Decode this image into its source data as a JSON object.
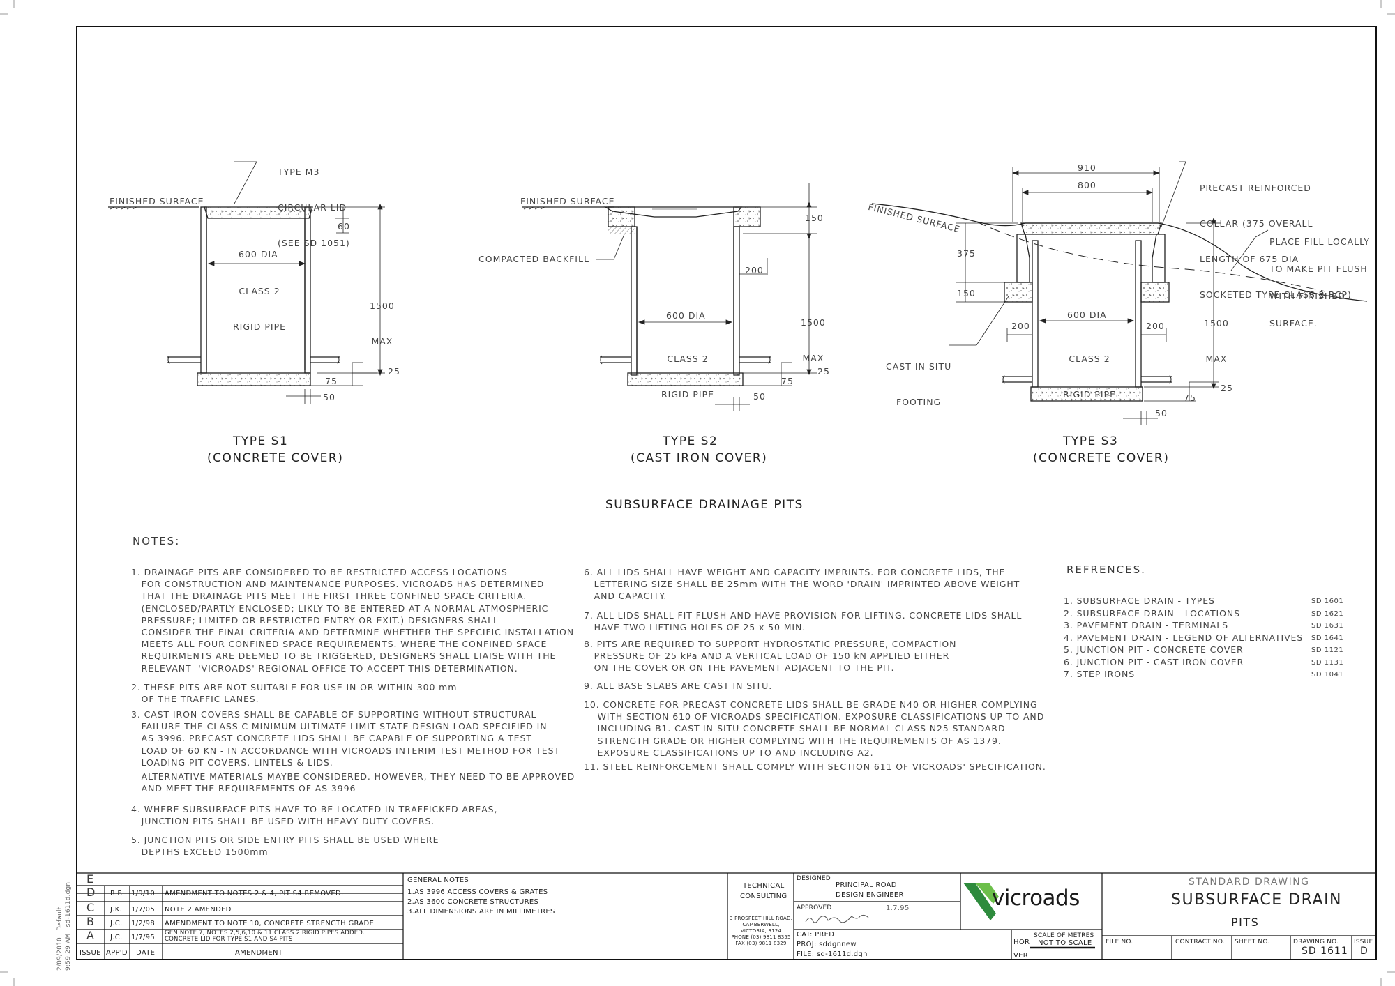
{
  "drawings": [
    {
      "type_label": "TYPE S1",
      "cover": "(CONCRETE COVER)",
      "lid_note": [
        "TYPE M3",
        "CIRCULAR LID",
        "(SEE SD 1051)"
      ],
      "surface": "FINISHED SURFACE",
      "pipe_dia": "600 DIA",
      "pipe_class": [
        "CLASS 2",
        "RIGID PIPE"
      ],
      "dims": {
        "lid": "60",
        "depth": [
          "1500",
          "MAX"
        ],
        "d25": "25",
        "d75": "75",
        "d50": "50"
      }
    },
    {
      "type_label": "TYPE S2",
      "cover": "(CAST IRON COVER)",
      "surface": "FINISHED SURFACE",
      "backfill": "COMPACTED BACKFILL",
      "pipe_dia": "600 DIA",
      "pipe_class": [
        "CLASS 2",
        "RIGID PIPE"
      ],
      "dims": {
        "d150": "150",
        "d200": "200",
        "depth": [
          "1500",
          "MAX"
        ],
        "d25": "25",
        "d75": "75",
        "d50": "50"
      }
    },
    {
      "type_label": "TYPE S3",
      "cover": "(CONCRETE COVER)",
      "surface": "FINISHED SURFACE",
      "collar": [
        "PRECAST REINFORCED",
        "COLLAR (375 OVERALL",
        "LENGTH OF 675 DIA",
        "SOCKETED TYPE CLASS 2 RCP)"
      ],
      "fill": [
        "PLACE FILL LOCALLY",
        "TO MAKE PIT FLUSH",
        "WITH FINISHED",
        "SURFACE."
      ],
      "footing": [
        "CAST IN SITU",
        "FOOTING"
      ],
      "pipe_dia": "600 DIA",
      "pipe_class": [
        "CLASS 2",
        "RIGID PIPE"
      ],
      "dims": {
        "d910": "910",
        "d800": "800",
        "d375": "375",
        "d150": "150",
        "d200a": "200",
        "d200b": "200",
        "depth": [
          "1500",
          "MAX"
        ],
        "d25": "25",
        "d75": "75",
        "d50": "50"
      }
    }
  ],
  "main_title": "SUBSURFACE DRAINAGE PITS",
  "notes_title": "NOTES:",
  "notes_left": [
    "1. DRAINAGE PITS ARE CONSIDERED TO BE RESTRICTED ACCESS LOCATIONS\n   FOR CONSTRUCTION AND MAINTENANCE PURPOSES. VICROADS HAS DETERMINED\n   THAT THE DRAINAGE PITS MEET THE FIRST THREE CONFINED SPACE CRITERIA.\n   (ENCLOSED/PARTLY ENCLOSED; LIKLY TO BE ENTERED AT A NORMAL ATMOSPHERIC\n   PRESSURE; LIMITED OR RESTRICTED ENTRY OR EXIT.) DESIGNERS SHALL\n   CONSIDER THE FINAL CRITERIA AND DETERMINE WHETHER THE SPECIFIC INSTALLATION\n   MEETS ALL FOUR CONFINED SPACE REQUIREMENTS. WHERE THE CONFINED SPACE\n   REQUIRMENTS ARE DEEMED TO BE TRIGGERED, DESIGNERS SHALL LIAISE WITH THE\n   RELEVANT  'VICROADS' REGIONAL OFFICE TO ACCEPT THIS DETERMINATION.",
    "2. THESE PITS ARE NOT SUITABLE FOR USE IN OR WITHIN 300 mm\n   OF THE TRAFFIC LANES.",
    "3. CAST IRON COVERS SHALL BE CAPABLE OF SUPPORTING WITHOUT STRUCTURAL\n   FAILURE THE CLASS C MINIMUM ULTIMATE LIMIT STATE DESIGN LOAD SPECIFIED IN\n   AS 3996. PRECAST CONCRETE LIDS SHALL BE CAPABLE OF SUPPORTING A TEST\n   LOAD OF 60 KN - IN ACCORDANCE WITH VICROADS INTERIM TEST METHOD FOR TEST\n   LOADING PIT COVERS, LINTELS & LIDS.",
    "   ALTERNATIVE MATERIALS MAYBE CONSIDERED. HOWEVER, THEY NEED TO BE APPROVED\n   AND MEET THE REQUIREMENTS OF AS 3996",
    "4. WHERE SUBSURFACE PITS HAVE TO BE LOCATED IN TRAFFICKED AREAS,\n   JUNCTION PITS SHALL BE USED WITH HEAVY DUTY COVERS.",
    "5. JUNCTION PITS OR SIDE ENTRY PITS SHALL BE USED WHERE\n   DEPTHS EXCEED 1500mm"
  ],
  "notes_mid": [
    "6. ALL LIDS SHALL HAVE WEIGHT AND CAPACITY IMPRINTS. FOR CONCRETE LIDS, THE\n   LETTERING SIZE SHALL BE 25mm WITH THE WORD 'DRAIN' IMPRINTED ABOVE WEIGHT\n   AND CAPACITY.",
    "7. ALL LIDS SHALL FIT FLUSH AND HAVE PROVISION FOR LIFTING. CONCRETE LIDS SHALL\n   HAVE TWO LIFTING HOLES OF 25 x 50 MIN.",
    "8. PITS ARE REQUIRED TO SUPPORT HYDROSTATIC PRESSURE, COMPACTION\n   PRESSURE OF 25 kPa AND A VERTICAL LOAD OF 150 kN APPLIED EITHER\n   ON THE COVER OR ON THE PAVEMENT ADJACENT TO THE PIT.",
    "9. ALL BASE SLABS ARE CAST IN SITU.",
    "10. CONCRETE FOR PRECAST CONCRETE LIDS SHALL BE GRADE N40 OR HIGHER COMPLYING\n    WITH SECTION 610 OF VICROADS SPECIFICATION. EXPOSURE CLASSIFICATIONS UP TO AND\n    INCLUDING B1. CAST-IN-SITU CONCRETE SHALL BE NORMAL-CLASS N25 STANDARD\n    STRENGTH GRADE OR HIGHER COMPLYING WITH THE REQUIREMENTS OF AS 1379.\n    EXPOSURE CLASSIFICATIONS UP TO AND INCLUDING A2.",
    "11. STEEL REINFORCEMENT SHALL COMPLY WITH SECTION 611 OF VICROADS' SPECIFICATION."
  ],
  "refs_title": "REFRENCES.",
  "refs": [
    {
      "label": "1. SUBSURFACE DRAIN - TYPES",
      "code": "SD 1601"
    },
    {
      "label": "2. SUBSURFACE DRAIN - LOCATIONS",
      "code": "SD 1621"
    },
    {
      "label": "3. PAVEMENT DRAIN - TERMINALS",
      "code": "SD 1631"
    },
    {
      "label": "4. PAVEMENT DRAIN - LEGEND OF ALTERNATIVES",
      "code": "SD 1641"
    },
    {
      "label": "5. JUNCTION PIT - CONCRETE COVER",
      "code": "SD 1121"
    },
    {
      "label": "6. JUNCTION PIT - CAST IRON COVER",
      "code": "SD 1131"
    },
    {
      "label": "7. STEP IRONS",
      "code": "SD 1041"
    }
  ],
  "side_stamp": [
    "2/09/2010   Default",
    "9:59:29 AM   sd-1611d.dgn"
  ],
  "titleblock": {
    "issues": [
      {
        "issue": "E",
        "appd": "",
        "date": "",
        "amend": ""
      },
      {
        "issue": "D",
        "appd": "R.F.",
        "date": "1/9/10",
        "amend": "AMENDMENT TO NOTES 2 & 4, PIT S4 REMOVED."
      },
      {
        "issue": "C",
        "appd": "J.K.",
        "date": "1/7/05",
        "amend": "NOTE 2 AMENDED"
      },
      {
        "issue": "B",
        "appd": "J.C.",
        "date": "1/2/98",
        "amend": "AMENDMENT TO NOTE 10, CONCRETE STRENGTH GRADE"
      },
      {
        "issue": "A",
        "appd": "J.C.",
        "date": "1/7/95",
        "amend": "GEN NOTE 7, NOTES 2,5,6,10 & 11 CLASS 2 RIGID PIPES ADDED.\nCONCRETE LID FOR TYPE S1 AND S4 PITS"
      }
    ],
    "hdr_issue": "ISSUE",
    "hdr_appd": "APP'D",
    "hdr_date": "DATE",
    "hdr_amend": "AMENDMENT",
    "gen_notes_title": "GENERAL NOTES",
    "gen_notes": [
      "1.AS 3996 ACCESS COVERS & GRATES",
      "2.AS 3600 CONCRETE STRUCTURES",
      "3.ALL DIMENSIONS ARE IN MILLIMETRES"
    ],
    "tc": [
      "TECHNICAL",
      "CONSULTING"
    ],
    "address": [
      "3 PROSPECT HILL ROAD,",
      "CAMBERWELL,",
      "VICTORIA, 3124",
      "PHONE (03) 9811 8355",
      "FAX  (03) 9811 8329"
    ],
    "designed_lbl": "DESIGNED",
    "designed": [
      "PRINCIPAL ROAD",
      "DESIGN ENGINEER"
    ],
    "approved_lbl": "APPROVED",
    "approved_date": "1.7.95",
    "cat": "CAT: PRED",
    "proj": "PROJ: sddgnnew",
    "file": "FILE: sd-1611d.dgn",
    "hor": "HOR",
    "ver": "VER",
    "scale_title": "SCALE OF METRES",
    "scale": "NOT TO SCALE",
    "logo": "vicroads",
    "std": "STANDARD DRAWING",
    "title": "SUBSURFACE DRAIN",
    "subtitle": "PITS",
    "file_no": "FILE NO.",
    "contract_no": "CONTRACT NO.",
    "sheet_no": "SHEET NO.",
    "drawing_no_lbl": "DRAWING NO.",
    "drawing_no": "SD 1611",
    "issue_lbl": "ISSUE",
    "issue": "D"
  }
}
